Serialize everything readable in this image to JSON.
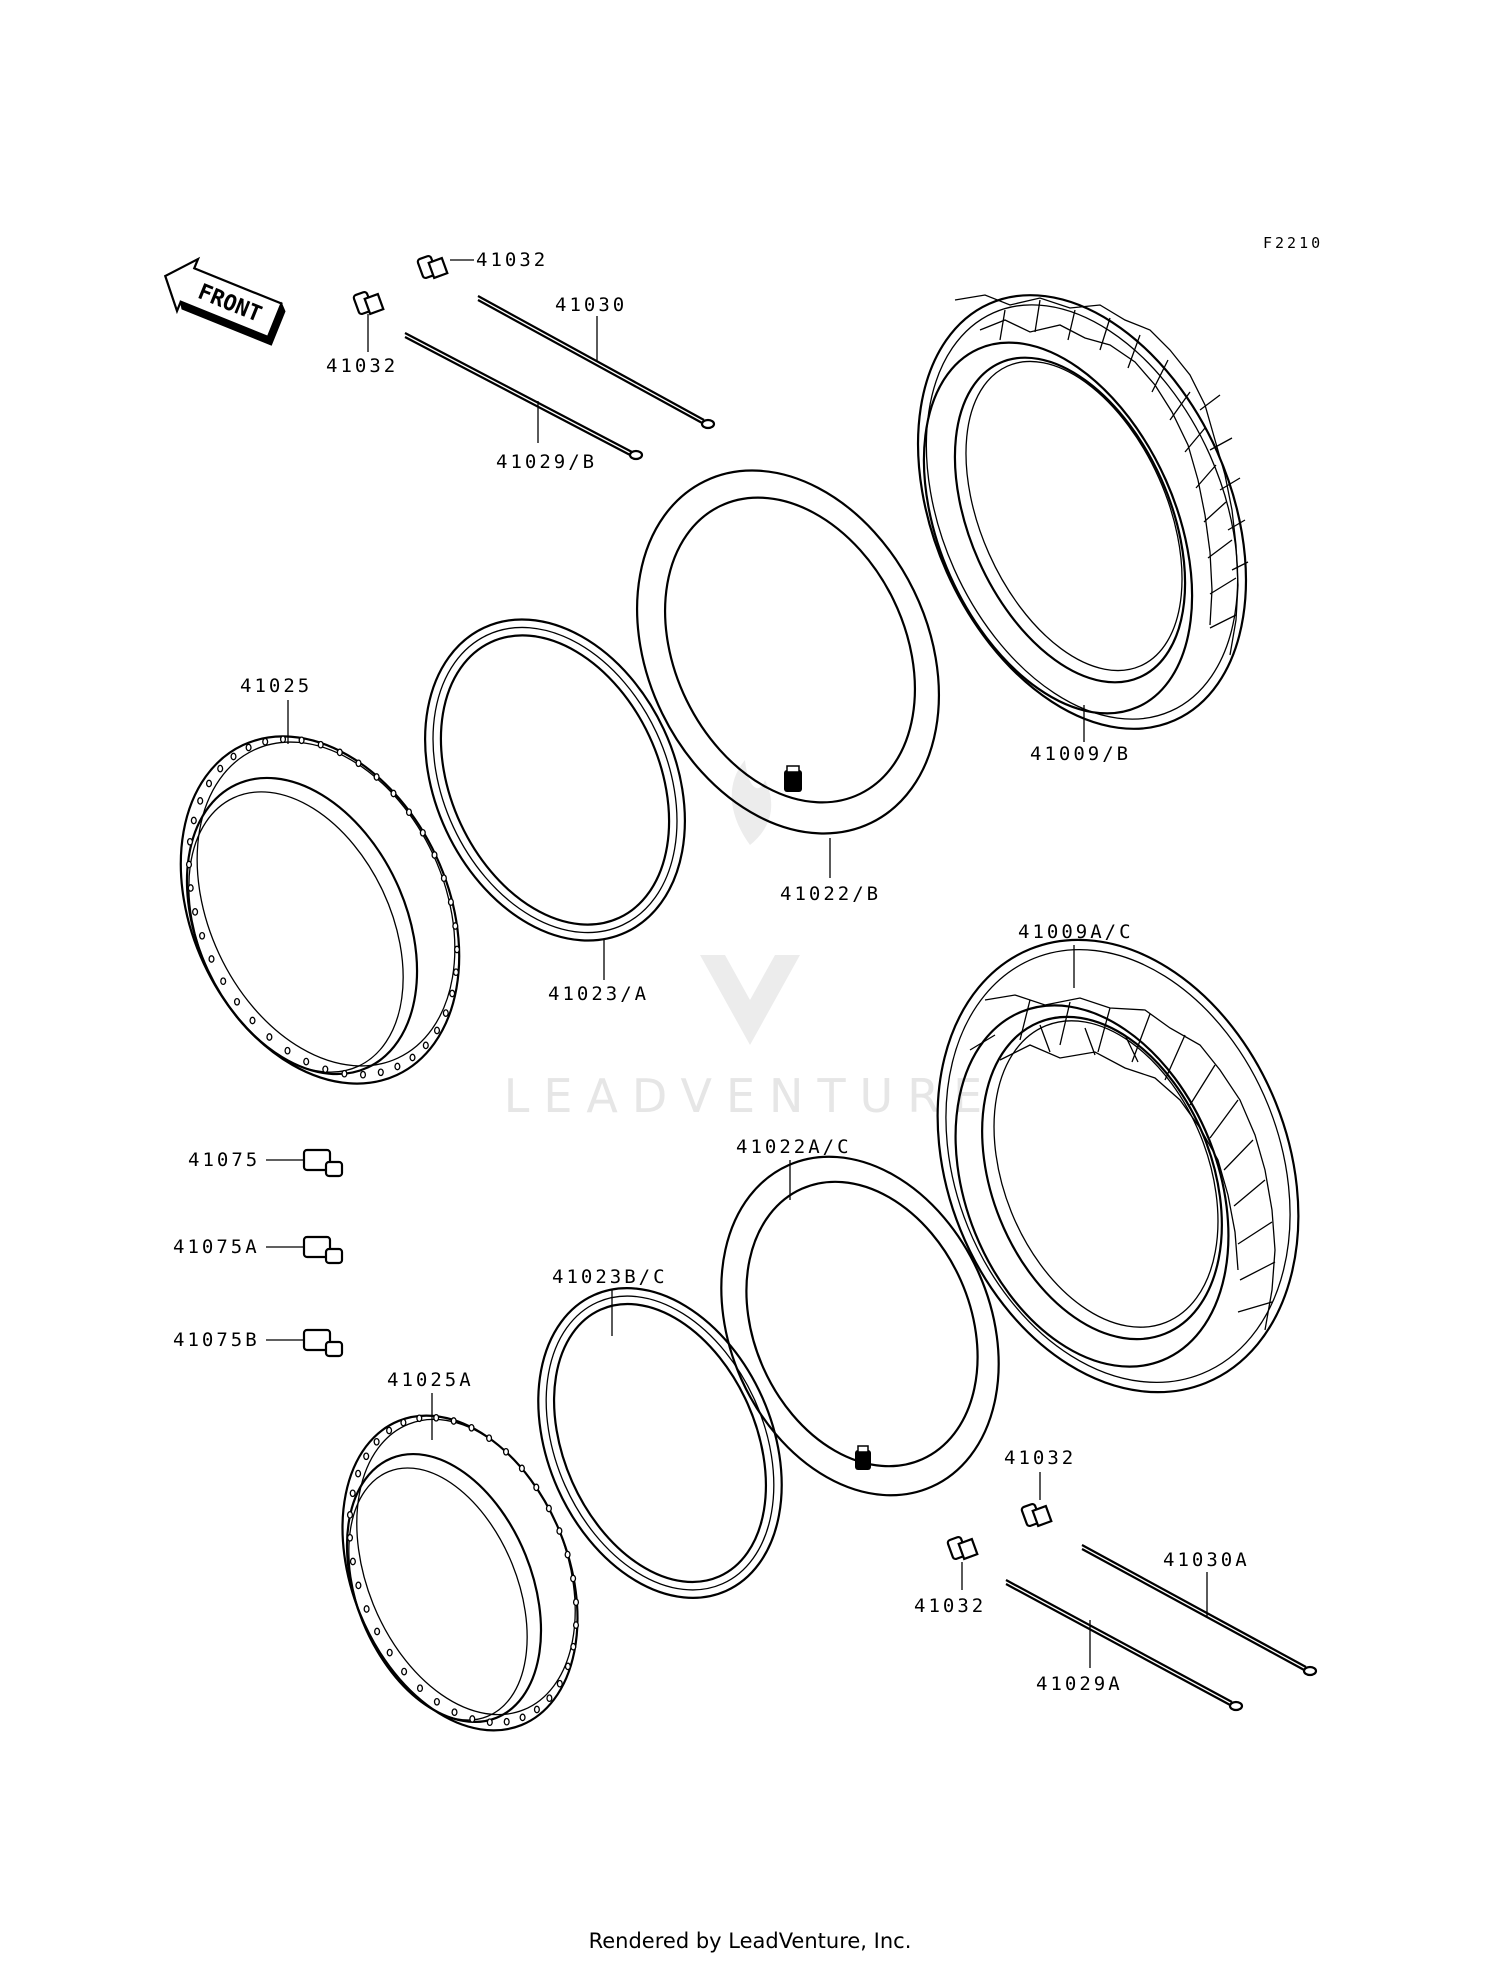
{
  "figure_code": "F2210",
  "front_label": "FRONT",
  "watermark": "LEADVENTURE",
  "footer": "Rendered by LeadVenture, Inc.",
  "parts": {
    "valve_cap_top_right": "41032",
    "valve_cap_top_left": "41032",
    "spoke_41030": "41030",
    "spoke_41029b": "41029/B",
    "tire_front": "41009/B",
    "tube_front": "41022/B",
    "rim_band_front": "41023/A",
    "rim_front": "41025",
    "tire_rear": "41009A/C",
    "tube_rear": "41022A/C",
    "rim_band_rear": "41023B/C",
    "rim_rear": "41025A",
    "nipple_41075": "41075",
    "nipple_41075a": "41075A",
    "nipple_41075b": "41075B",
    "valve_cap_lower_right": "41032",
    "valve_cap_lower_left": "41032",
    "spoke_41030a": "41030A",
    "spoke_41029a": "41029A"
  }
}
